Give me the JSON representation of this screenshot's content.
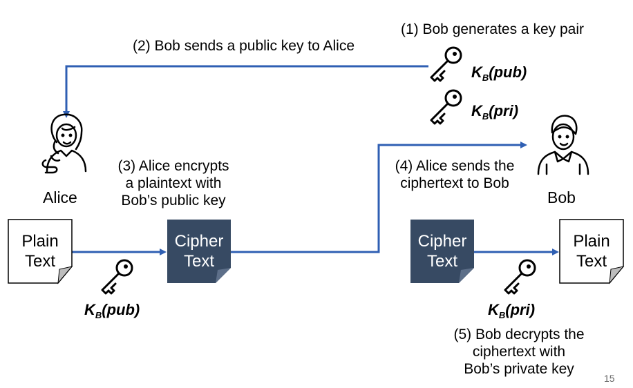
{
  "steps": {
    "step1": "(1) Bob generates a key pair",
    "step2": "(2) Bob sends a public key to Alice",
    "step3": [
      "(3) Alice encrypts",
      "a plaintext with",
      "Bob’s public key"
    ],
    "step4": [
      "(4) Alice sends the",
      "ciphertext to Bob"
    ],
    "step5": [
      "(5) Bob decrypts the",
      "ciphertext with",
      "Bob’s private key"
    ]
  },
  "actors": {
    "alice": "Alice",
    "bob": "Bob"
  },
  "keys": {
    "base": "K",
    "sub": "B",
    "pub": "(pub)",
    "pri": "(pri)"
  },
  "docs": {
    "plain": [
      "Plain",
      "Text"
    ],
    "cipher": [
      "Cipher",
      "Text"
    ]
  },
  "colors": {
    "arrow": "#2f5fb3",
    "cipher_fill": "#374a63",
    "paper_fill": "#ffffff"
  },
  "icons": [
    "key-icon",
    "person-female-icon",
    "person-male-icon",
    "document-icon"
  ],
  "slide_number": "15"
}
